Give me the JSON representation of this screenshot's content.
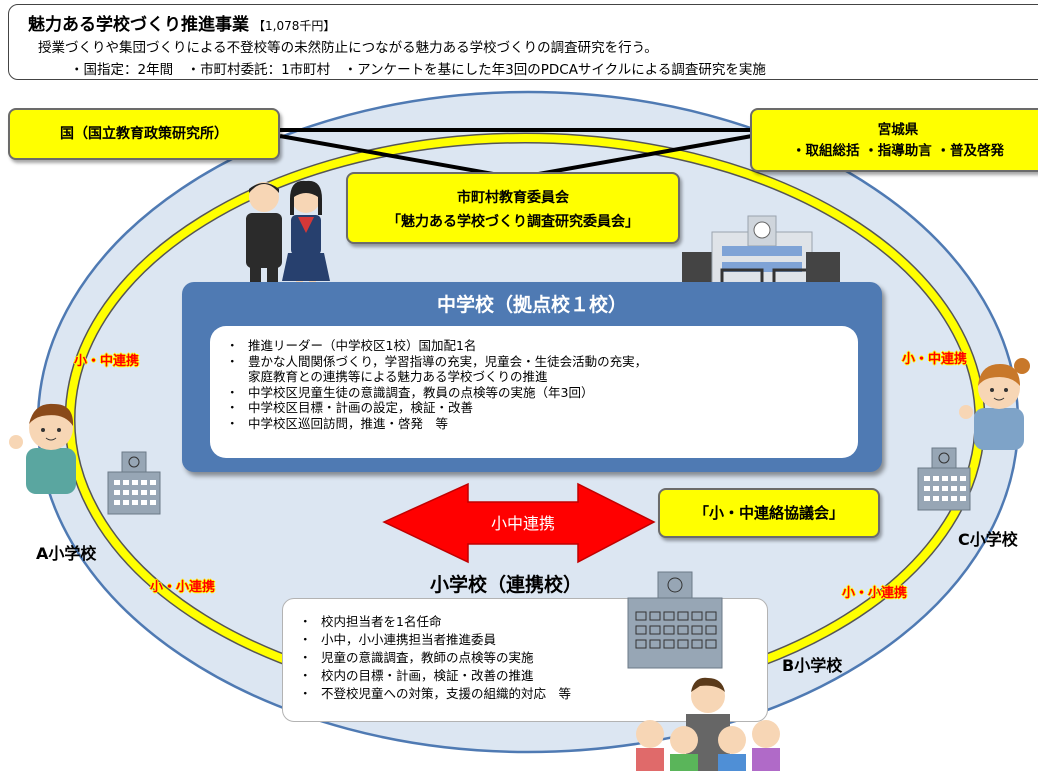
{
  "header": {
    "title": "魅力ある学校づくり推進事業",
    "budget": "【1,078千円】",
    "description": "授業づくりや集団づくりによる不登校等の未然防止につながる魅力ある学校づくりの調査研究を行う。",
    "details": "・国指定：2年間　・市町村委託：1市町村　・アンケートを基にした年3回のPDCAサイクルによる調査研究を実施"
  },
  "national": {
    "label": "国（国立教育政策研究所）"
  },
  "prefecture": {
    "name": "宮城県",
    "roles": "・取組総括 ・指導助言 ・普及啓発"
  },
  "board": {
    "line1": "市町村教育委員会",
    "line2": "「魅力ある学校づくり調査研究委員会」"
  },
  "jhs": {
    "title": "中学校（拠点校１校）",
    "items": [
      "推進リーダー（中学校区1校）国加配1名",
      "豊かな人間関係づくり，学習指導の充実，児童会・生徒会活動の充実，",
      "家庭教育との連携等による魅力ある学校づくりの推進",
      "中学校区児童生徒の意識調査，教員の点検等の実施（年3回）",
      "中学校区目標・計画の設定，検証・改善",
      "中学校区巡回訪問，推進・啓発　等"
    ]
  },
  "arrow": {
    "label": "小中連携"
  },
  "liaison": {
    "label": "「小・中連絡協議会」"
  },
  "elementary": {
    "title": "小学校（連携校）",
    "items": [
      "校内担当者を1名任命",
      "小中，小小連携担当者推進委員",
      "児童の意識調査，教師の点検等の実施",
      "校内の目標・計画，検証・改善の推進",
      "不登校児童への対策，支援の組織的対応　等"
    ]
  },
  "links": {
    "left_jhs": "小・中連携",
    "right_jhs": "小・中連携",
    "left_es": "小・小連携",
    "right_es": "小・小連携"
  },
  "schools": {
    "a": "A小学校",
    "b": "B小学校",
    "c": "C小学校"
  },
  "colors": {
    "ring": "#ffff00",
    "oval": "#dce6f2",
    "oval_border": "#4f7ab3",
    "panel": "#4f7ab3",
    "arrow": "#ff0000"
  }
}
